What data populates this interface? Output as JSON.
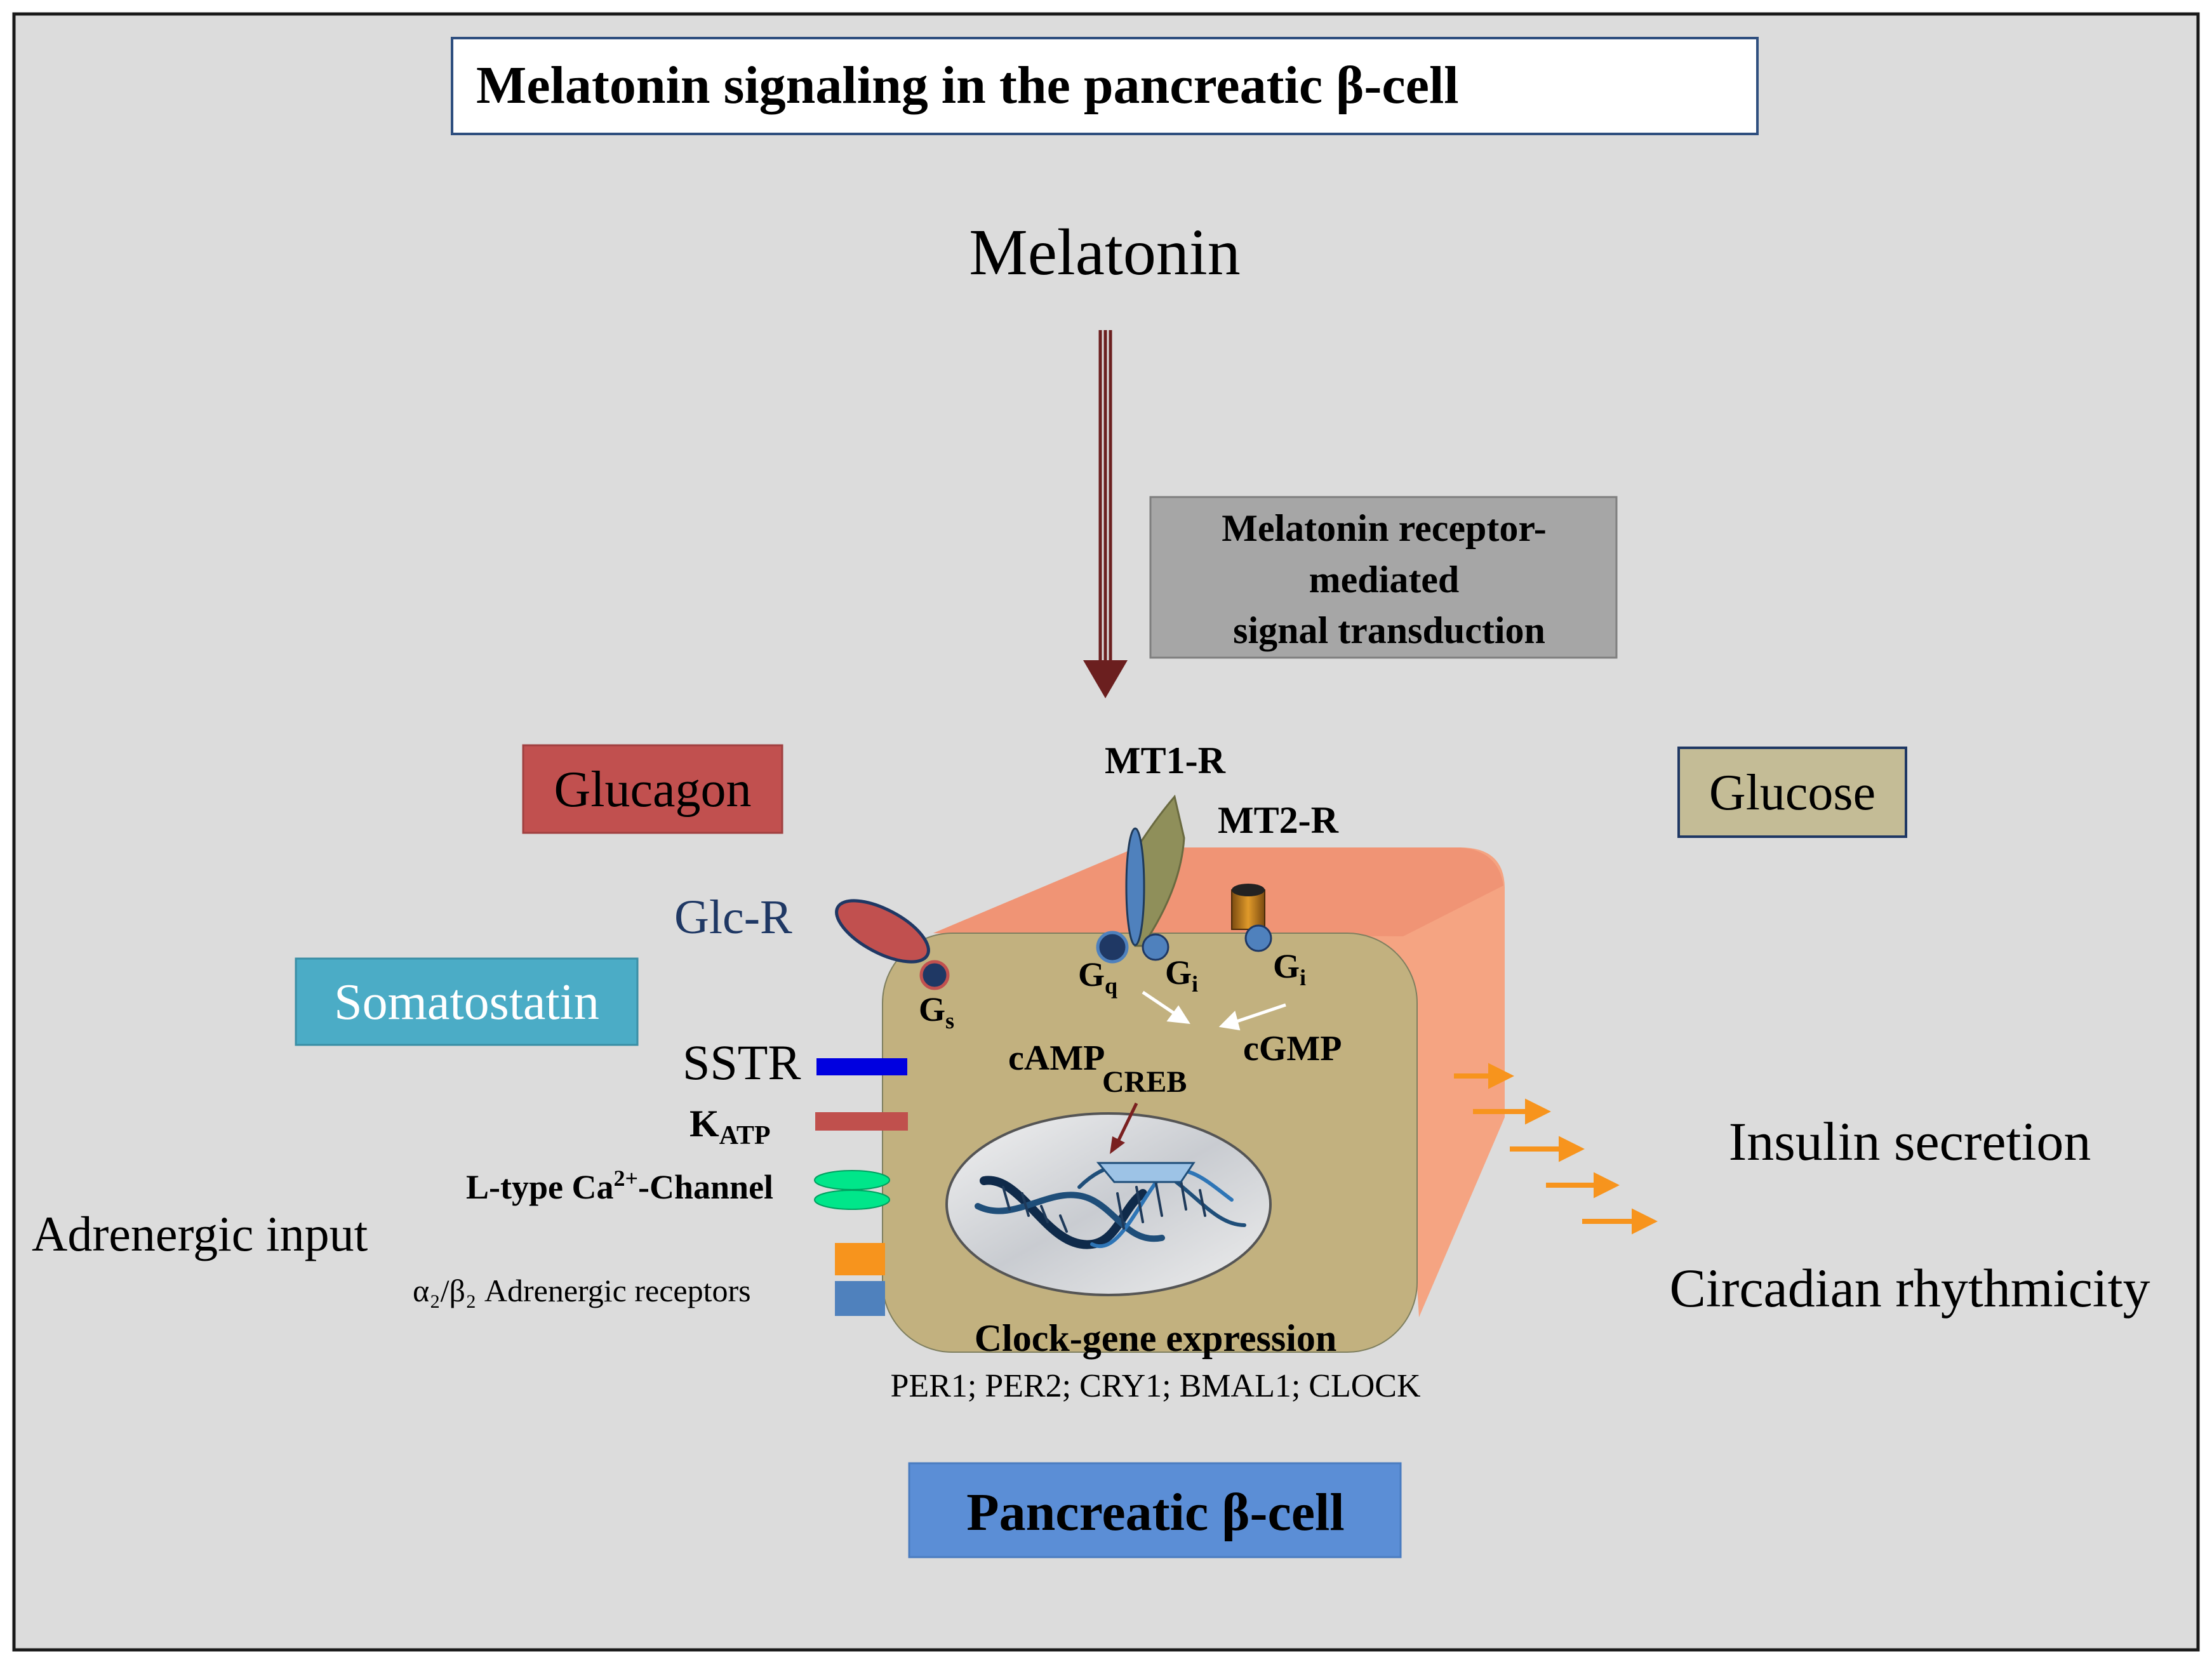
{
  "title": "Melatonin signaling in the pancreatic  β-cell",
  "melatonin": "Melatonin",
  "receptor_box": {
    "line1": "Melatonin receptor-",
    "line2": "mediated",
    "line3": "signal transduction"
  },
  "boxes": {
    "glucagon": "Glucagon",
    "somatostatin": "Somatostatin",
    "glucose": "Glucose",
    "pancreatic_cell": "Pancreatic  β-cell"
  },
  "receptors": {
    "mt1": "MT1-R",
    "mt2": "MT2-R",
    "glc_r": "Glc-R",
    "sstr": "SSTR",
    "katp_main": "K",
    "katp_sub": "ATP",
    "ltype_pre": "L-type Ca",
    "ltype_sup": "2+",
    "ltype_post": "-Channel",
    "adrenergic_input": "Adrenergic input",
    "adrenergic_receptors": "α₂/β₂ Adrenergic receptors"
  },
  "g_proteins": {
    "gs_main": "G",
    "gs_sub": "s",
    "gq_main": "G",
    "gq_sub": "q",
    "gi1_main": "G",
    "gi1_sub": "i",
    "gi2_main": "G",
    "gi2_sub": "i"
  },
  "messengers": {
    "camp": "cAMP",
    "creb": "CREB",
    "cgmp": "cGMP"
  },
  "nucleus": {
    "clock_title": "Clock-gene expression",
    "genes": "PER1; PER2; CRY1; BMAL1; CLOCK"
  },
  "outputs": {
    "insulin": "Insulin secretion",
    "circadian": "Circadian rhythmicity"
  },
  "colors": {
    "background": "#dcdcdc",
    "cell_front": "#c2b17f",
    "cell_side": "#f5a482",
    "glucagon": "#c1504f",
    "somatostatin": "#4bacc6",
    "glucose": "#c4bc96",
    "pancreatic_box": "#5b8ed6",
    "receptor_box": "#a6a6a6",
    "melatonin_arrow": "#6b1f1f",
    "output_arrows": "#f7941d",
    "sstr": "#0000e0",
    "katp": "#c0504d",
    "ltype": "#00e68a",
    "adrenergic_a": "#f7941d",
    "adrenergic_b": "#4f81bd"
  }
}
